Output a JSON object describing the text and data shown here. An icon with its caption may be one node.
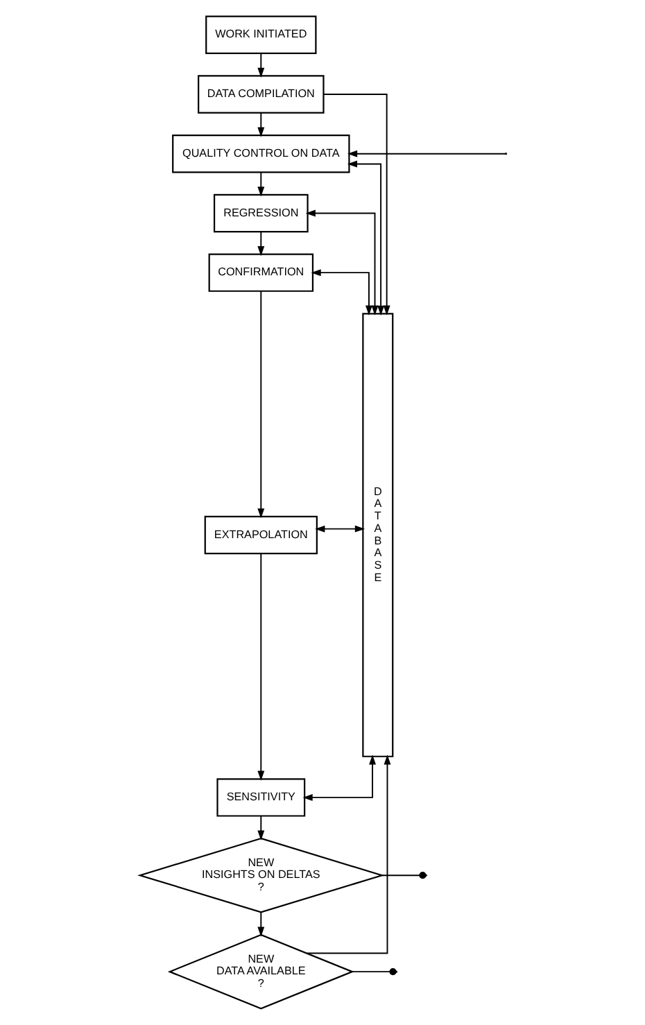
{
  "diagram": {
    "nodes": [
      {
        "text": [
          "WORK INITIATED"
        ]
      },
      {
        "text": [
          "DATA COMPILATION"
        ]
      },
      {
        "text": [
          "QUALITY CONTROL ON DATA"
        ]
      },
      {
        "text": [
          "REGRESSION"
        ]
      },
      {
        "text": [
          "CONFIRMATION"
        ]
      },
      {
        "text": [
          "EXTRAPOLATION"
        ]
      },
      {
        "text": [
          "SENSITIVITY"
        ]
      },
      {
        "text": [
          "NEW INSIGHTS ON DELTAS ?"
        ]
      },
      {
        "text": [
          "NEW DATA AVAILABLE ?"
        ]
      },
      {
        "text": [
          "DATA BASE"
        ]
      }
    ],
    "edges": [
      {
        "from": 0,
        "to": 1,
        "arrow": "to"
      },
      {
        "from": 1,
        "to": 2,
        "arrow": "to"
      },
      {
        "from": 2,
        "to": 3,
        "arrow": "to"
      },
      {
        "from": 3,
        "to": 4,
        "arrow": "to"
      },
      {
        "from": 4,
        "to": 5,
        "arrow": "to"
      },
      {
        "from": 5,
        "to": 6,
        "arrow": "to"
      },
      {
        "from": 6,
        "to": 7,
        "arrow": "to"
      },
      {
        "from": 7,
        "to": 8,
        "arrow": "to"
      },
      {
        "from": 1,
        "to": 9,
        "arrow": "to"
      },
      {
        "from": 2,
        "to": 9,
        "arrow": "both"
      },
      {
        "from": 3,
        "to": 9,
        "arrow": "both"
      },
      {
        "from": 4,
        "to": 9,
        "arrow": "both"
      },
      {
        "from": 5,
        "to": 9,
        "arrow": "both"
      },
      {
        "from": 6,
        "to": 9,
        "arrow": "both"
      },
      {
        "from": 8,
        "to": 9,
        "arrow": "to"
      },
      {
        "from": null,
        "to": 2,
        "arrow": "to"
      },
      {
        "from": 7,
        "to": null,
        "arrow": "other"
      },
      {
        "from": 8,
        "to": null,
        "arrow": "other"
      }
    ]
  }
}
